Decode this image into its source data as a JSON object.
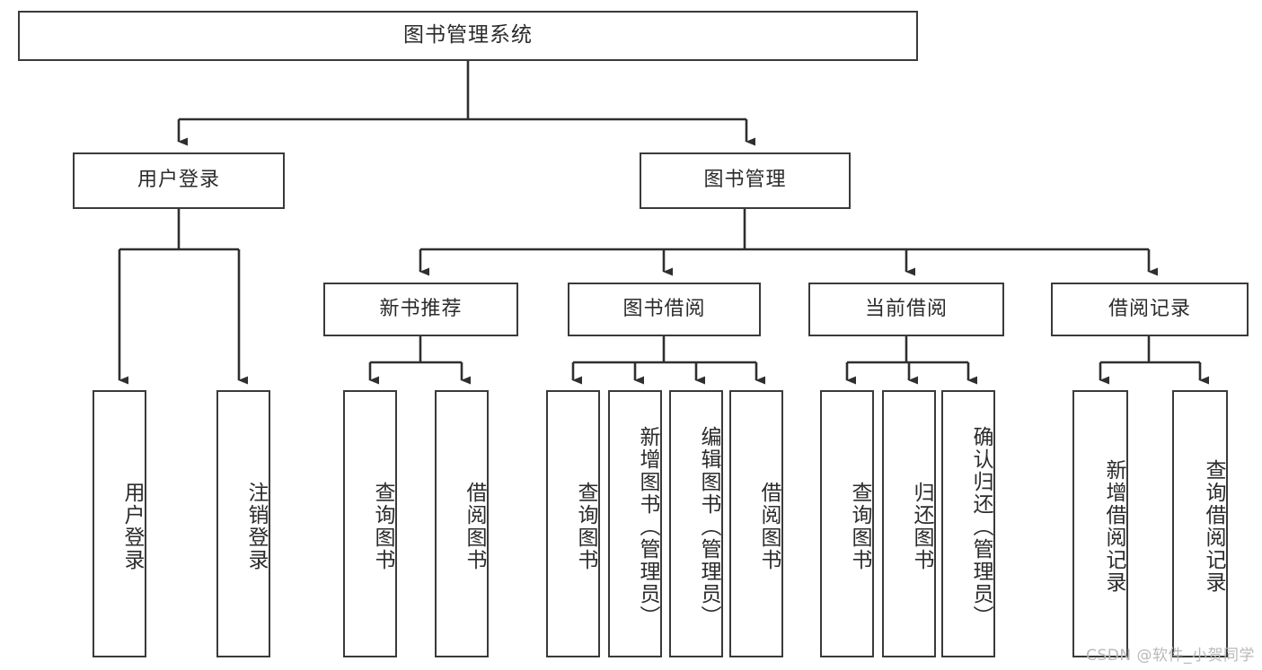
{
  "diagram": {
    "title": "图书管理系统",
    "type": "tree-hierarchy-chart",
    "root": {
      "id": "root",
      "label": "图书管理系统"
    },
    "level1": [
      {
        "id": "user-login",
        "label": "用户登录"
      },
      {
        "id": "book-manage",
        "label": "图书管理"
      }
    ],
    "level2": [
      {
        "id": "new-book-recommend",
        "label": "新书推荐"
      },
      {
        "id": "book-borrow",
        "label": "图书借阅"
      },
      {
        "id": "current-borrow",
        "label": "当前借阅"
      },
      {
        "id": "borrow-record",
        "label": "借阅记录"
      }
    ],
    "leaves": [
      {
        "id": "leaf-user-login",
        "label": "用户登录",
        "parent": "user-login"
      },
      {
        "id": "leaf-user-logout",
        "label": "注销登录",
        "parent": "user-login"
      },
      {
        "id": "leaf-query-book-1",
        "label": "查询图书",
        "parent": "new-book-recommend"
      },
      {
        "id": "leaf-borrow-book-1",
        "label": "借阅图书",
        "parent": "new-book-recommend"
      },
      {
        "id": "leaf-query-book-2",
        "label": "查询图书",
        "parent": "book-borrow"
      },
      {
        "id": "leaf-add-book",
        "label": "新增图书（管理员）",
        "parent": "book-borrow"
      },
      {
        "id": "leaf-edit-book",
        "label": "编辑图书（管理员）",
        "parent": "book-borrow"
      },
      {
        "id": "leaf-borrow-book-2",
        "label": "借阅图书",
        "parent": "book-borrow"
      },
      {
        "id": "leaf-query-book-3",
        "label": "查询图书",
        "parent": "current-borrow"
      },
      {
        "id": "leaf-return-book",
        "label": "归还图书",
        "parent": "current-borrow"
      },
      {
        "id": "leaf-confirm-return",
        "label": "确认归还（管理员）",
        "parent": "current-borrow"
      },
      {
        "id": "leaf-add-record",
        "label": "新增借阅记录",
        "parent": "borrow-record"
      },
      {
        "id": "leaf-query-record",
        "label": "查询借阅记录",
        "parent": "borrow-record"
      }
    ],
    "watermark": "CSDN @软件_小贺同学",
    "colors": {
      "box_border": "#3a3a3a",
      "box_fill": "#ffffff",
      "connector": "#2f2f2f",
      "text": "#2b2b2b",
      "watermark": "#b9b9b9",
      "background": "#ffffff"
    }
  }
}
